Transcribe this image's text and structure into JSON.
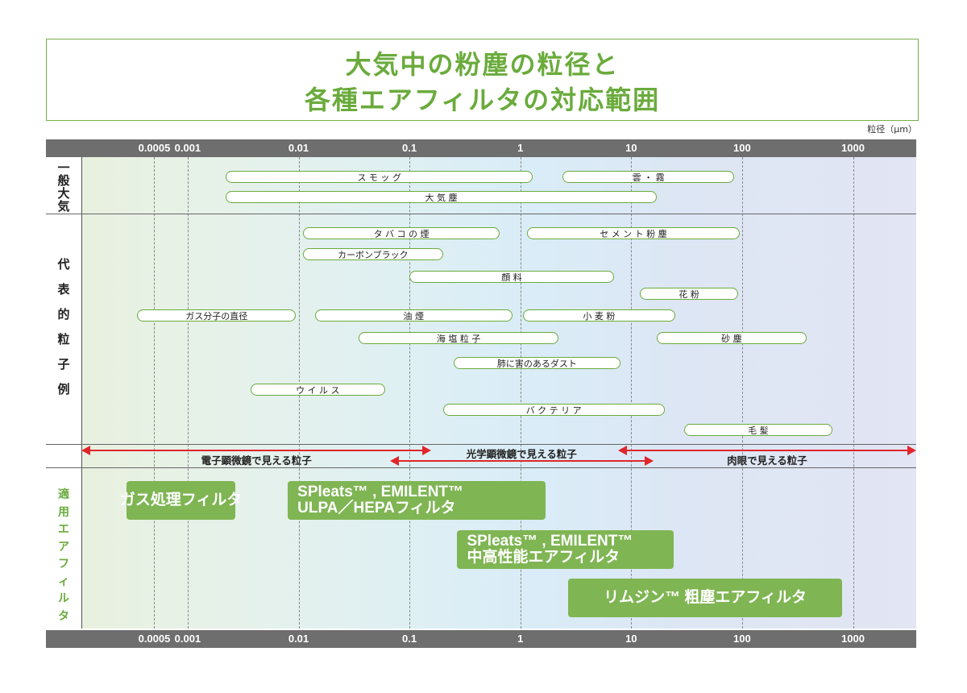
{
  "title": {
    "line1": "大気中の粉塵の粒径と",
    "line2": "各種エアフィルタの対応範囲"
  },
  "unit_label": "粒径（μm）",
  "axis_ticks": [
    "0.0005",
    "0.001",
    "0.01",
    "0.1",
    "1",
    "10",
    "100",
    "1000"
  ],
  "categories": {
    "atmosphere": "一般大気",
    "particles": "代表的粒子例",
    "filters": "適用エアフィルタ"
  },
  "atmosphere_items": [
    {
      "label": "ス モ ッ グ",
      "from": 0.0022,
      "to": 1.3
    },
    {
      "label": "雲 ・ 霧",
      "from": 2.4,
      "to": 85
    },
    {
      "label": "大 気 塵",
      "from": 0.0022,
      "to": 17
    }
  ],
  "particle_items": [
    {
      "label": "タ バ コ の 煙",
      "from": 0.011,
      "to": 0.65
    },
    {
      "label": "セ メ ン ト 粉 塵",
      "from": 1.15,
      "to": 95
    },
    {
      "label": "カーボンブラック",
      "from": 0.011,
      "to": 0.2
    },
    {
      "label": "顔 料",
      "from": 0.1,
      "to": 7
    },
    {
      "label": "花 粉",
      "from": 12,
      "to": 92
    },
    {
      "label": "ガス分子の直径",
      "from": 0.00035,
      "to": 0.0095
    },
    {
      "label": "油 煙",
      "from": 0.014,
      "to": 0.85
    },
    {
      "label": "小 麦 粉",
      "from": 1.05,
      "to": 25
    },
    {
      "label": "海 塩 粒 子",
      "from": 0.035,
      "to": 2.2
    },
    {
      "label": "砂 塵",
      "from": 17,
      "to": 380
    },
    {
      "label": "肺に害のあるダスト",
      "from": 0.25,
      "to": 8
    },
    {
      "label": "ウ イ ル ス",
      "from": 0.0037,
      "to": 0.06
    },
    {
      "label": "バ ク テ リ ア",
      "from": 0.2,
      "to": 20
    },
    {
      "label": "毛 髪",
      "from": 30,
      "to": 650
    }
  ],
  "scopes": [
    {
      "label": "電子顕微鏡で見える粒子",
      "from": 0,
      "to": 0.15
    },
    {
      "label": "光学顕微鏡で見える粒子",
      "from": 0.07,
      "to": 15
    },
    {
      "label": "肉眼で見える粒子",
      "from": 8,
      "to": 10000
    }
  ],
  "filters": [
    {
      "lines": [
        "ガス処理フィルタ"
      ],
      "from": 0.00028,
      "to": 0.0027
    },
    {
      "lines": [
        "SPleats™ , EMILENT™",
        "ULPA／HEPAフィルタ"
      ],
      "from": 0.008,
      "to": 1.7
    },
    {
      "lines": [
        "SPleats™ , EMILENT™",
        "中高性能エアフィルタ"
      ],
      "from": 0.27,
      "to": 24
    },
    {
      "lines": [
        "リムジン™ 粗塵エアフィルタ"
      ],
      "from": 2.7,
      "to": 800
    }
  ],
  "colors": {
    "accent_green": "#6aab3c",
    "filter_green": "#7fb553",
    "arrow_red": "#e0262b",
    "axis_gray": "#6e6e6e"
  }
}
